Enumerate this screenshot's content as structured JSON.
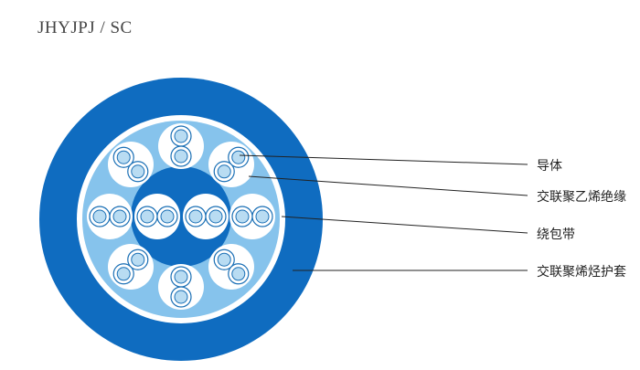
{
  "title": "JHYJPJ / SC",
  "colors": {
    "jacket": "#0f6cc0",
    "tape": "#ffffff",
    "filler": "#86c3ec",
    "conductor_fill": "#b9dcf2",
    "insulation": "#ffffff",
    "pair_outline": "#1a6fb5"
  },
  "labels": {
    "conductor": "导体",
    "xlpe_insulation": "交联聚乙烯绝缘",
    "wrapping_tape": "绕包带",
    "xlpo_jacket": "交联聚烯烃护套"
  }
}
